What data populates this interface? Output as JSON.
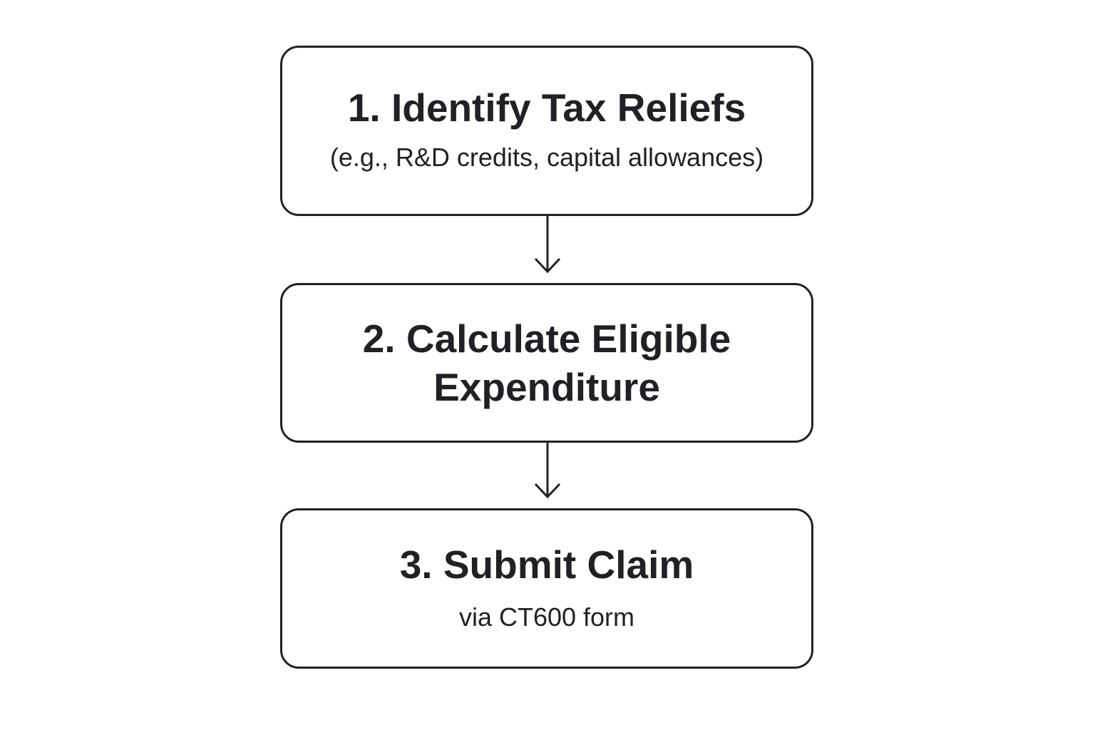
{
  "steps": [
    {
      "title": "1. Identify Tax Reliefs",
      "subtitle": "(e.g., R&D credits, capital allowances)"
    },
    {
      "title_line1": "2. Calculate Eligible",
      "title_line2": "Expenditure"
    },
    {
      "title": "3. Submit Claim",
      "subtitle": "via CT600 form"
    }
  ],
  "colors": {
    "stroke": "#1f2125",
    "background": "#ffffff"
  },
  "icons": [
    "arrow-down-icon",
    "arrow-down-icon"
  ]
}
